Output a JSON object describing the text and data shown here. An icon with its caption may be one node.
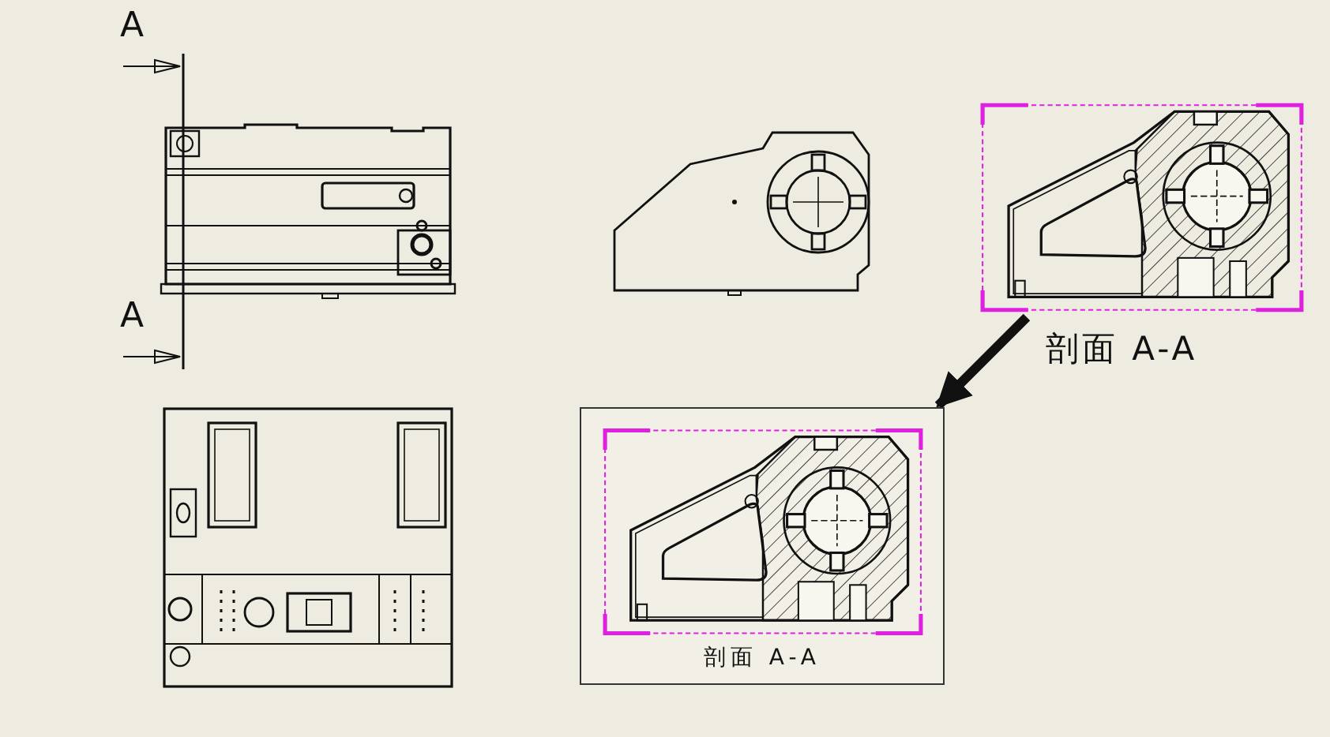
{
  "diagram": {
    "nodes": [
      {
        "text": [],
        "shape": "picture",
        "beside": [
          "剖面 A-A"
        ]
      },
      {
        "text": [
          "剖面 A-A"
        ]
      }
    ],
    "edges": [
      {
        "from": 0,
        "to": 1,
        "arrow": "to"
      }
    ],
    "labels": [
      "A",
      "A"
    ]
  }
}
